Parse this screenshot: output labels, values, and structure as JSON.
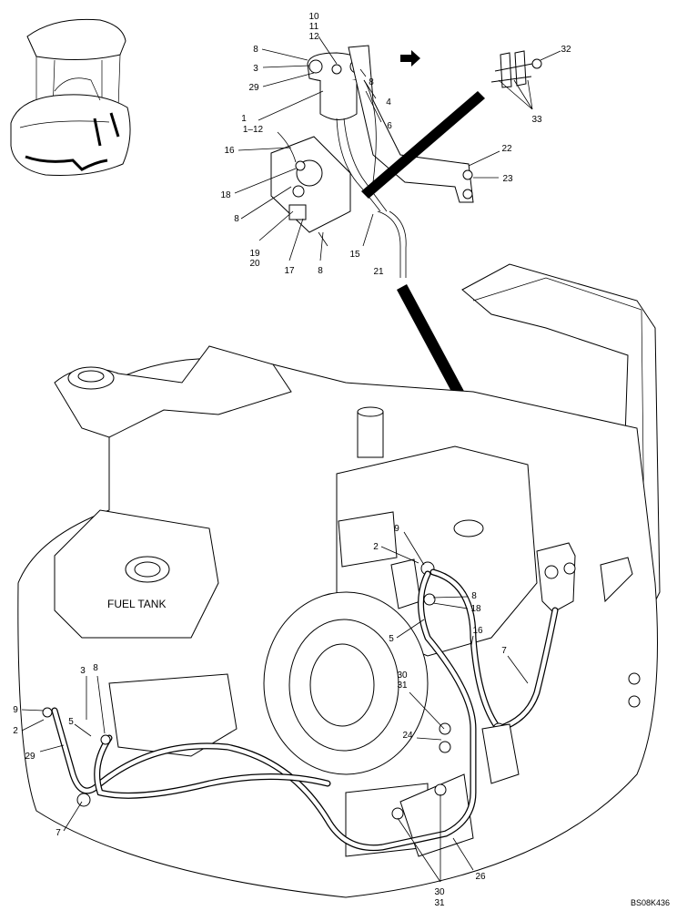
{
  "diagram": {
    "reference_code": "BS08K436",
    "labels": {
      "fuel_tank": "FUEL TANK"
    },
    "detail_callouts": [
      {
        "id": "d10",
        "text": "10"
      },
      {
        "id": "d11",
        "text": "11"
      },
      {
        "id": "d12",
        "text": "12"
      },
      {
        "id": "d8a",
        "text": "8"
      },
      {
        "id": "d3",
        "text": "3"
      },
      {
        "id": "d29",
        "text": "29"
      },
      {
        "id": "d8b",
        "text": "8"
      },
      {
        "id": "d4",
        "text": "4"
      },
      {
        "id": "d6",
        "text": "6"
      },
      {
        "id": "d1",
        "text": "1"
      },
      {
        "id": "d1-12",
        "text": "1–12"
      },
      {
        "id": "d16",
        "text": "16"
      },
      {
        "id": "d18",
        "text": "18"
      },
      {
        "id": "d8c",
        "text": "8"
      },
      {
        "id": "d19",
        "text": "19"
      },
      {
        "id": "d20",
        "text": "20"
      },
      {
        "id": "d17",
        "text": "17"
      },
      {
        "id": "d8d",
        "text": "8"
      },
      {
        "id": "d15",
        "text": "15"
      },
      {
        "id": "d21",
        "text": "21"
      },
      {
        "id": "d22",
        "text": "22"
      },
      {
        "id": "d23",
        "text": "23"
      },
      {
        "id": "d32",
        "text": "32"
      },
      {
        "id": "d33",
        "text": "33"
      }
    ],
    "main_callouts": [
      {
        "id": "m9a",
        "text": "9"
      },
      {
        "id": "m2a",
        "text": "2"
      },
      {
        "id": "m8a",
        "text": "8"
      },
      {
        "id": "m18",
        "text": "18"
      },
      {
        "id": "m5a",
        "text": "5"
      },
      {
        "id": "m16",
        "text": "16"
      },
      {
        "id": "m7a",
        "text": "7"
      },
      {
        "id": "m30a",
        "text": "30"
      },
      {
        "id": "m31a",
        "text": "31"
      },
      {
        "id": "m24",
        "text": "24"
      },
      {
        "id": "m3",
        "text": "3"
      },
      {
        "id": "m8b",
        "text": "8"
      },
      {
        "id": "m9b",
        "text": "9"
      },
      {
        "id": "m2b",
        "text": "2"
      },
      {
        "id": "m5b",
        "text": "5"
      },
      {
        "id": "m29",
        "text": "29"
      },
      {
        "id": "m7b",
        "text": "7"
      },
      {
        "id": "m26",
        "text": "26"
      },
      {
        "id": "m30b",
        "text": "30"
      },
      {
        "id": "m31b",
        "text": "31"
      }
    ]
  }
}
